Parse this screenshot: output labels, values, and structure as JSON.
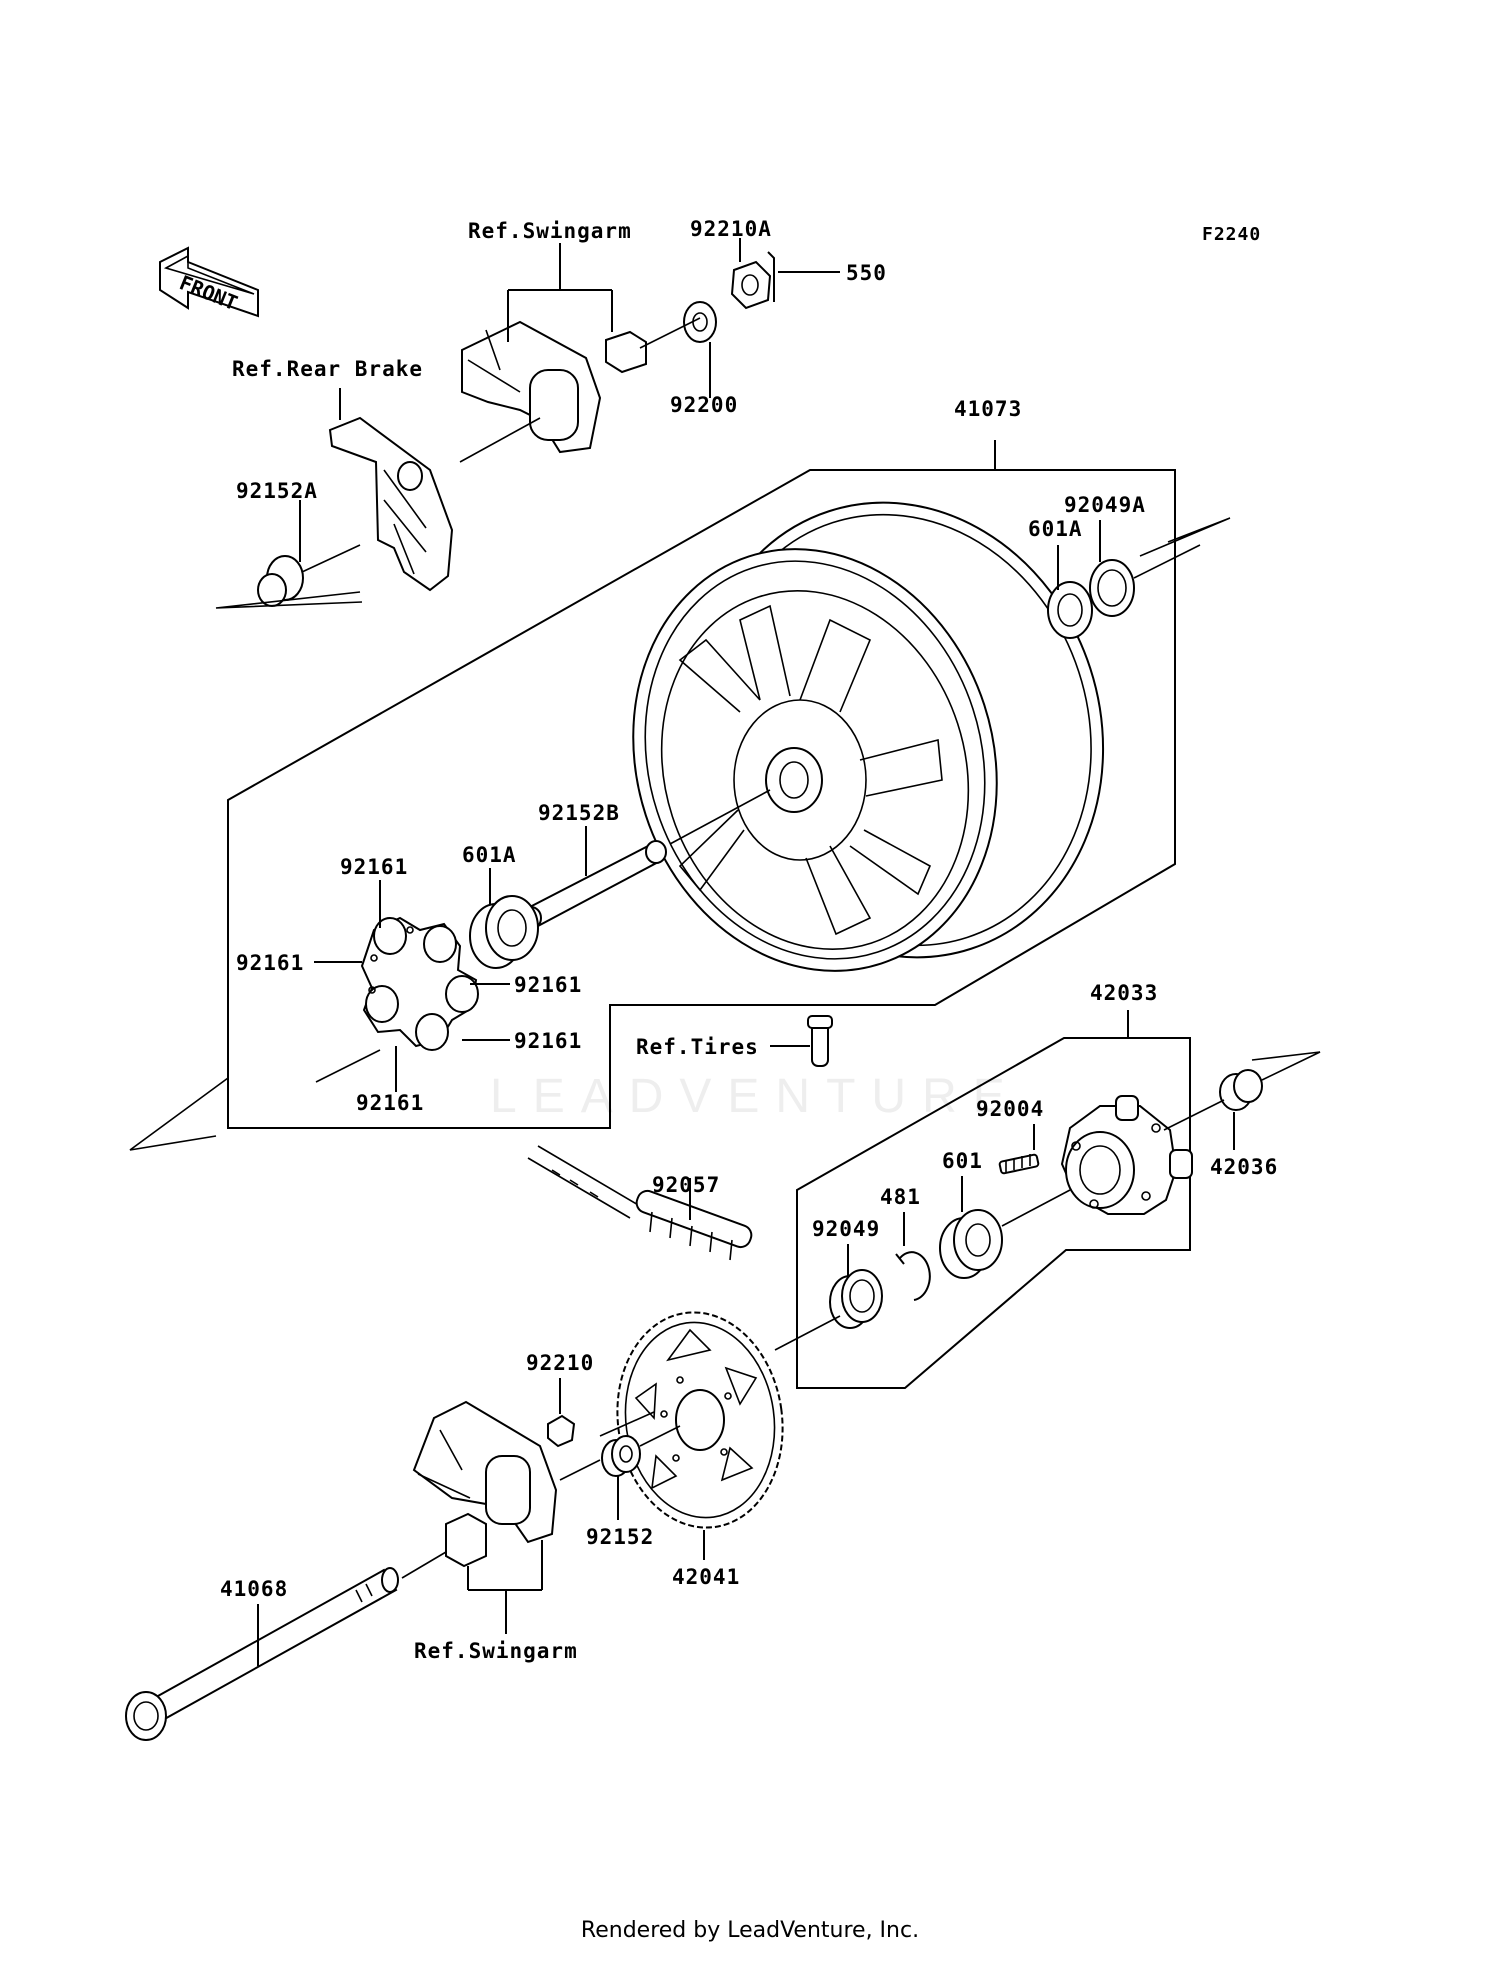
{
  "figure_code": "F2240",
  "front_arrow_label": "FRONT",
  "watermark": "LEADVENTURE",
  "footer": "Rendered by LeadVenture, Inc.",
  "labels": {
    "ref_swingarm_top": "Ref.Swingarm",
    "p92210a": "92210A",
    "p550": "550",
    "ref_rear_brake": "Ref.Rear Brake",
    "p92200": "92200",
    "p92152a": "92152A",
    "p41073": "41073",
    "p92049a": "92049A",
    "p601a_right": "601A",
    "p92152b": "92152B",
    "p601a_left": "601A",
    "p92161_top": "92161",
    "p92161_left": "92161",
    "p92161_right": "92161",
    "p92161_right2": "92161",
    "p92161_bottom": "92161",
    "p42033": "42033",
    "ref_tires": "Ref.Tires",
    "p92004": "92004",
    "p42036": "42036",
    "p92057": "92057",
    "p601": "601",
    "p481": "481",
    "p92049": "92049",
    "p92210": "92210",
    "p92152": "92152",
    "p42041": "42041",
    "p41068": "41068",
    "ref_swingarm_bottom": "Ref.Swingarm"
  }
}
